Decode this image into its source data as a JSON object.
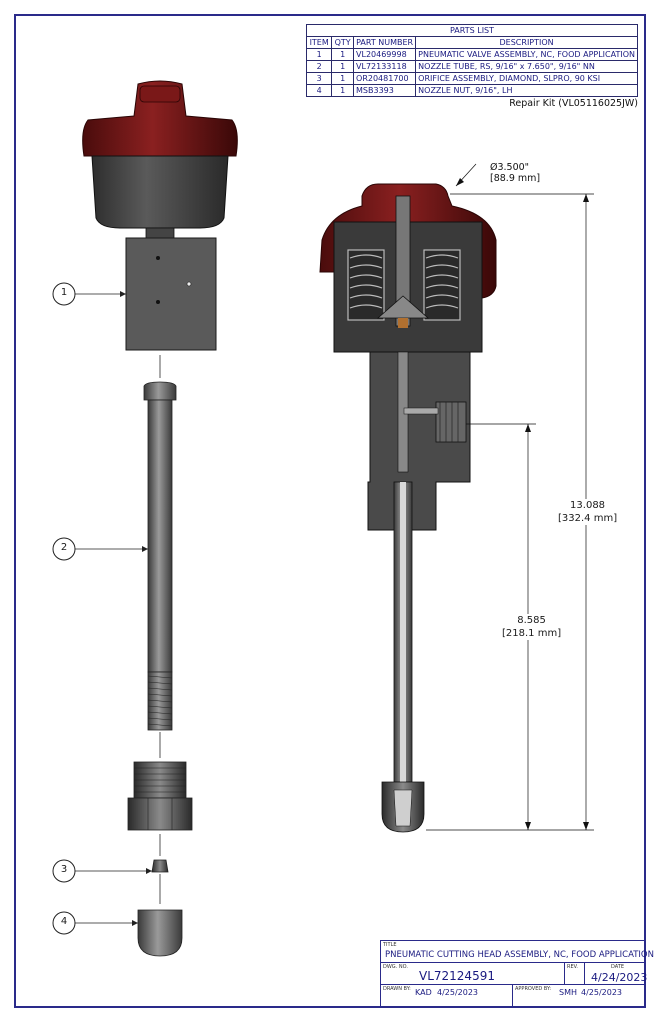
{
  "parts_list": {
    "title": "PARTS LIST",
    "headers": [
      "ITEM",
      "QTY",
      "PART NUMBER",
      "DESCRIPTION"
    ],
    "rows": [
      {
        "item": "1",
        "qty": "1",
        "part": "VL20469998",
        "desc": "PNEUMATIC VALVE ASSEMBLY, NC, FOOD APPLICATION"
      },
      {
        "item": "2",
        "qty": "1",
        "part": "VL72133118",
        "desc": "NOZZLE TUBE, RS, 9/16\" x 7.650\", 9/16\" NN"
      },
      {
        "item": "3",
        "qty": "1",
        "part": "OR20481700",
        "desc": "ORIFICE ASSEMBLY, DIAMOND, SLPRO, 90 KSI"
      },
      {
        "item": "4",
        "qty": "1",
        "part": "MSB3393",
        "desc": "NOZZLE NUT, 9/16\", LH"
      }
    ]
  },
  "repair_kit": "Repair Kit (VL05116025JW)",
  "balloons": [
    "1",
    "2",
    "3",
    "4"
  ],
  "dimensions": {
    "diameter": "Ø3.500\"",
    "diameter_mm": "[88.9 mm]",
    "overall": "13.088",
    "overall_mm": "[332.4 mm]",
    "lower": "8.585",
    "lower_mm": "[218.1 mm]"
  },
  "title_block": {
    "title_label": "TITLE",
    "title": "PNEUMATIC CUTTING HEAD ASSEMBLY, NC, FOOD APPLICATION",
    "dwg_label": "DWG. NO.",
    "dwg_no": "VL72124591",
    "rev_label": "REV.",
    "rev": "",
    "date_label": "DATE",
    "date": "4/24/2023",
    "drawn_label": "DRAWN BY:",
    "drawn_by": "KAD",
    "drawn_date": "4/25/2023",
    "approved_label": "APPROVED BY:",
    "approved_by": "SMH",
    "approved_date": "4/25/2023"
  },
  "colors": {
    "border": "#2a2a8a",
    "cap": "#6e1414",
    "body": "#4a4a4a"
  }
}
